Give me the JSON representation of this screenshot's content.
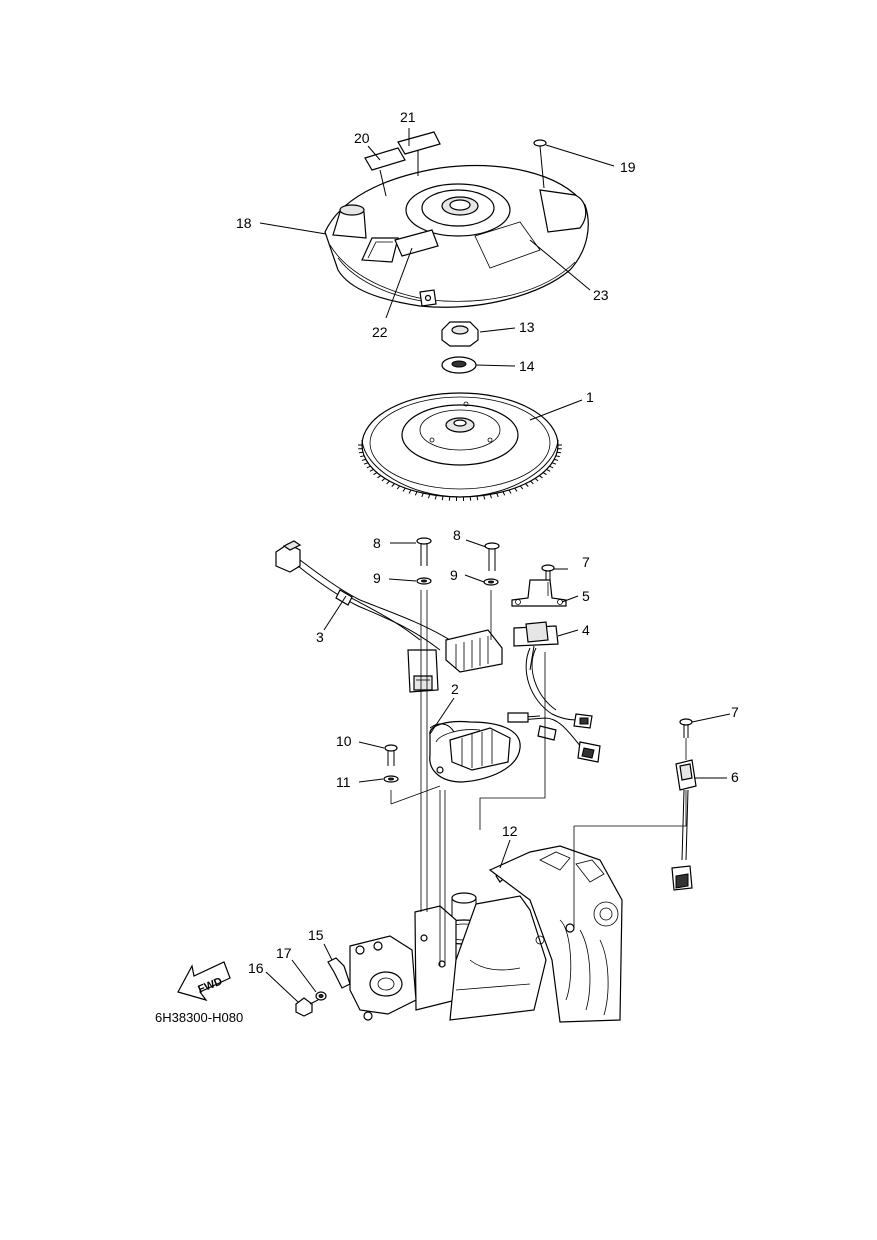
{
  "diagram": {
    "reference_code": "6H38300-H080",
    "fwd_text": "FWD",
    "callouts": [
      {
        "id": "c1",
        "text": "1"
      },
      {
        "id": "c2",
        "text": "2"
      },
      {
        "id": "c3",
        "text": "3"
      },
      {
        "id": "c4",
        "text": "4"
      },
      {
        "id": "c5",
        "text": "5"
      },
      {
        "id": "c6",
        "text": "6"
      },
      {
        "id": "c7a",
        "text": "7"
      },
      {
        "id": "c7b",
        "text": "7"
      },
      {
        "id": "c8a",
        "text": "8"
      },
      {
        "id": "c8b",
        "text": "8"
      },
      {
        "id": "c9a",
        "text": "9"
      },
      {
        "id": "c9b",
        "text": "9"
      },
      {
        "id": "c10",
        "text": "10"
      },
      {
        "id": "c11",
        "text": "11"
      },
      {
        "id": "c12",
        "text": "12"
      },
      {
        "id": "c13",
        "text": "13"
      },
      {
        "id": "c14",
        "text": "14"
      },
      {
        "id": "c15",
        "text": "15"
      },
      {
        "id": "c16",
        "text": "16"
      },
      {
        "id": "c17",
        "text": "17"
      },
      {
        "id": "c18",
        "text": "18"
      },
      {
        "id": "c19",
        "text": "19"
      },
      {
        "id": "c20",
        "text": "20"
      },
      {
        "id": "c21",
        "text": "21"
      },
      {
        "id": "c22",
        "text": "22"
      },
      {
        "id": "c23",
        "text": "23"
      }
    ]
  }
}
